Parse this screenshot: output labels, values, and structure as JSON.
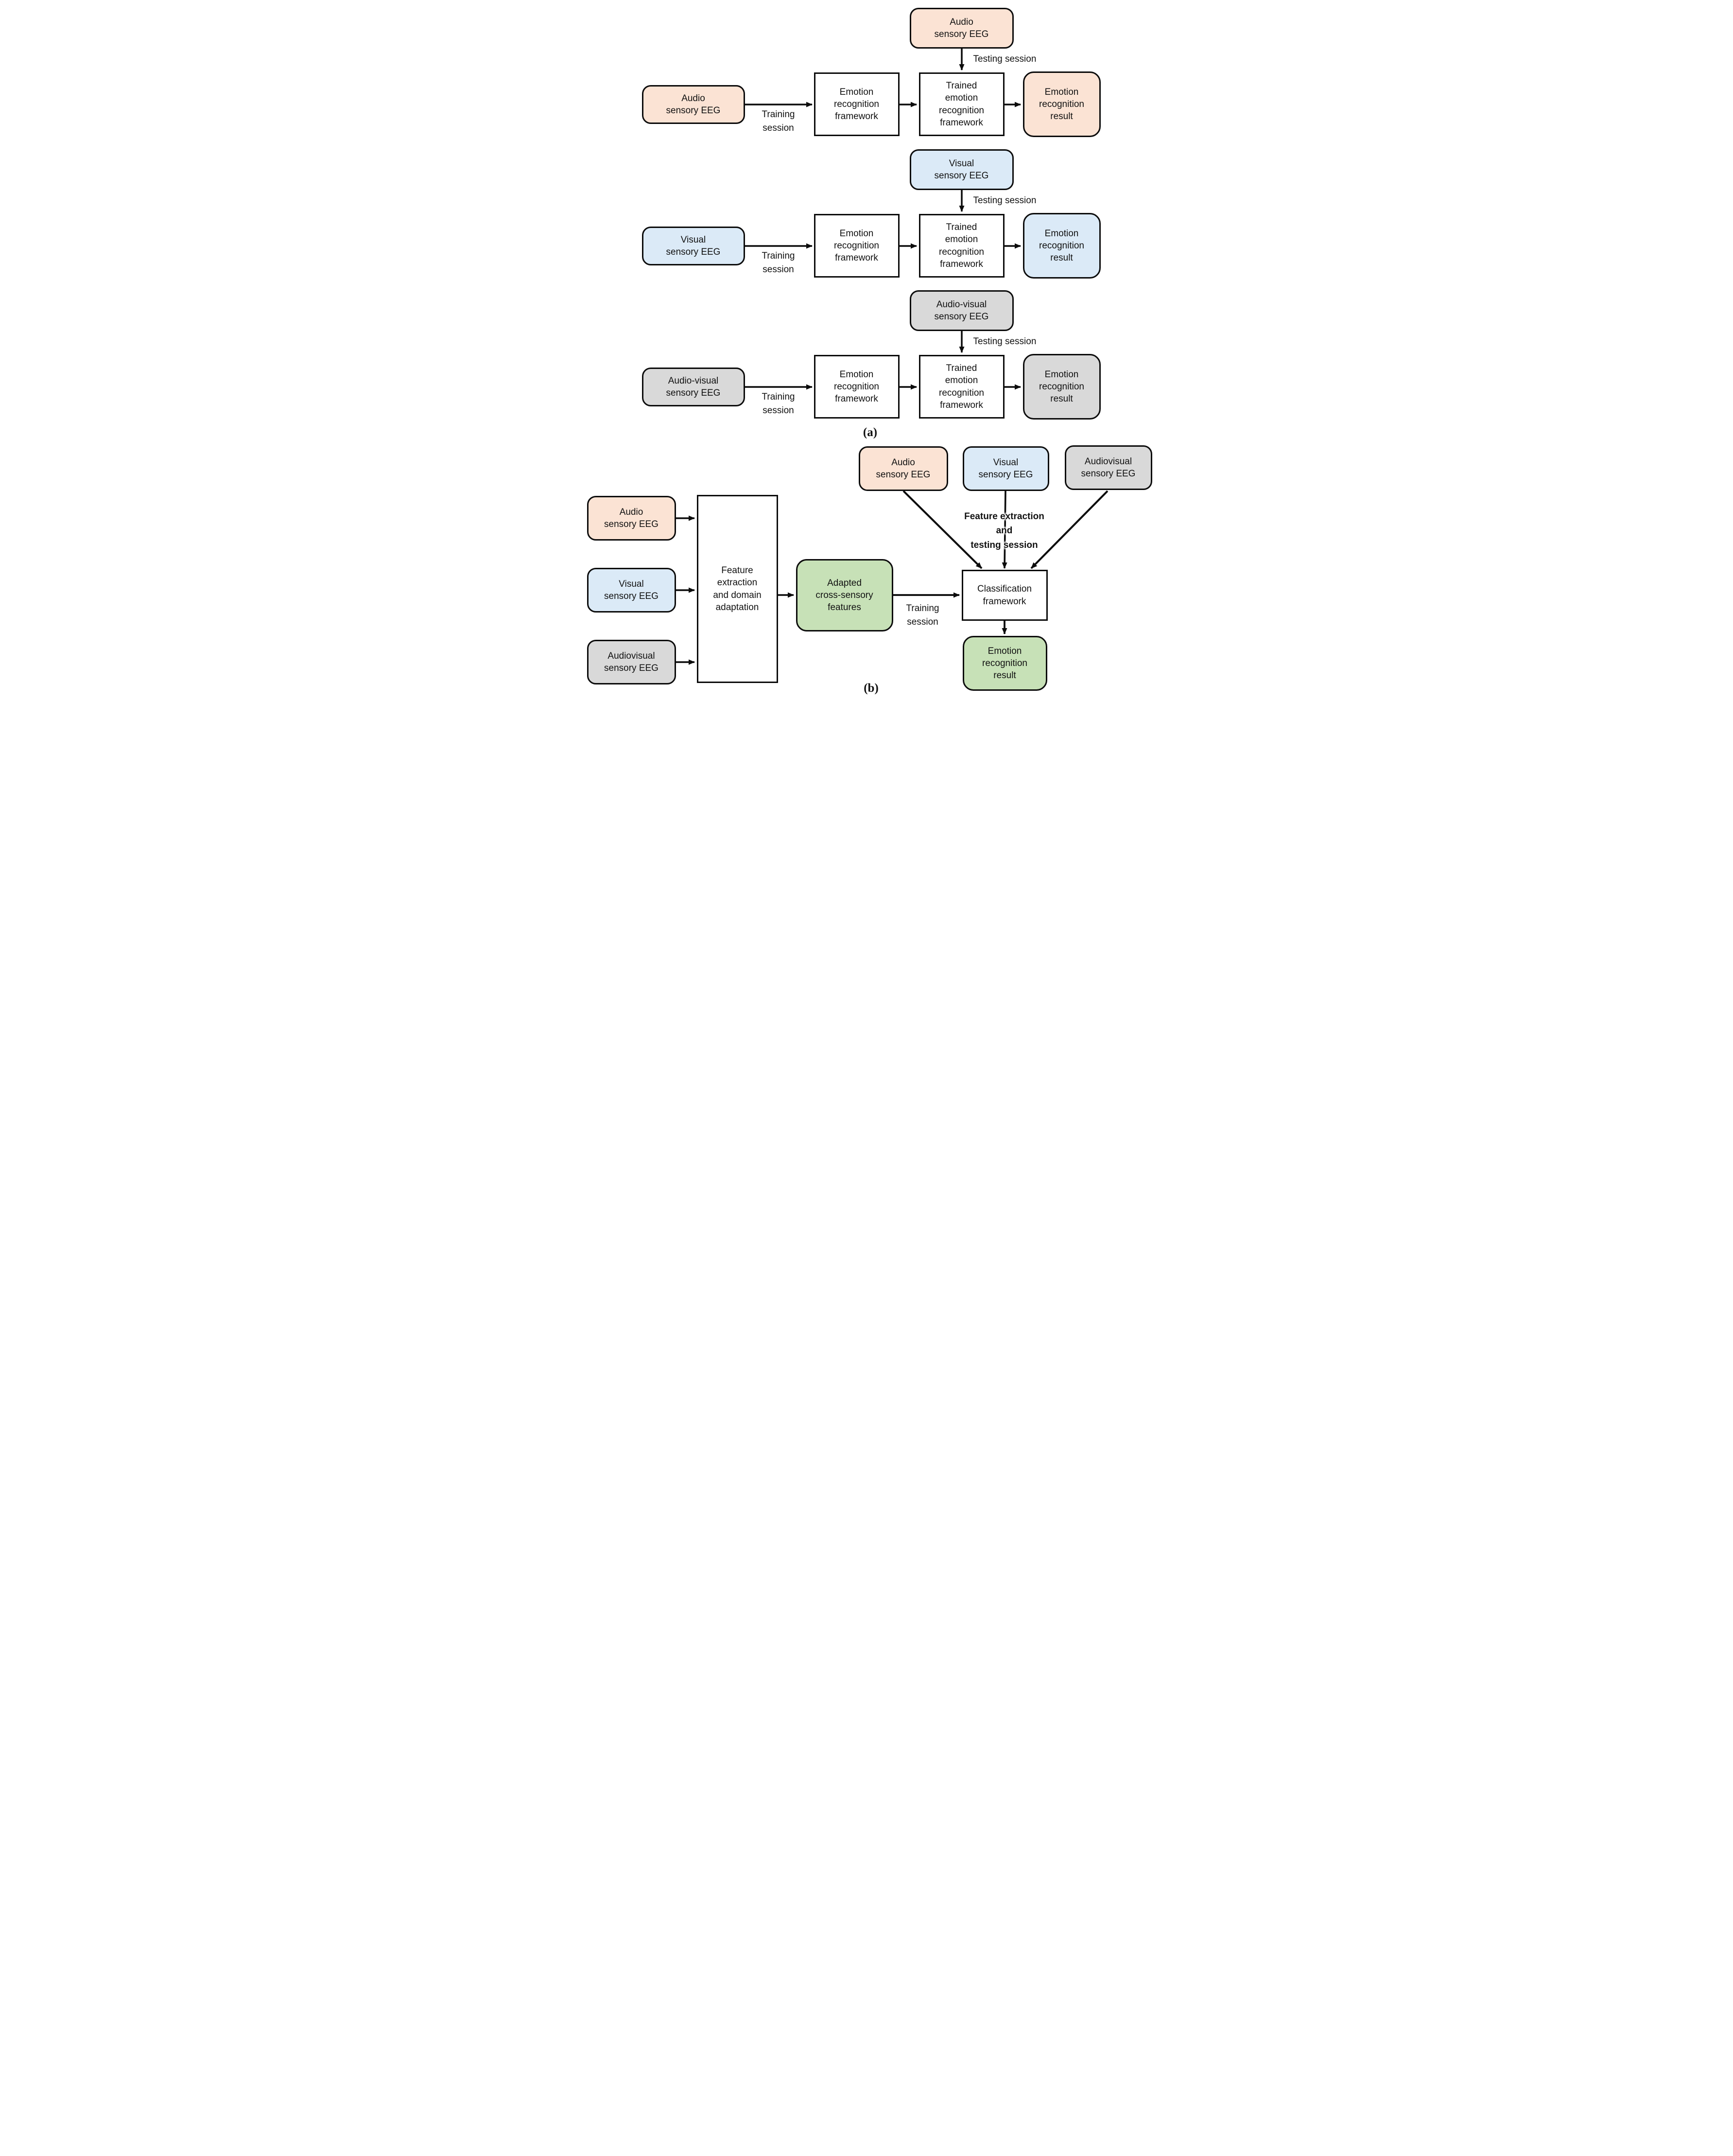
{
  "figure": {
    "colors": {
      "audio": "#fbe3d4",
      "visual": "#dbeaf7",
      "audiovisual": "#d9d9d9",
      "adapted": "#c7e1b7",
      "line": "#0c0c0c",
      "background": "#ffffff"
    },
    "part_a": {
      "caption": "(a)",
      "rows": [
        {
          "modality": "audio",
          "source": "Audio\nsensory EEG",
          "test_source": "Audio\nsensory EEG",
          "training_label": "Training\nsession",
          "testing_label": "Testing session",
          "framework": "Emotion\nrecognition\nframework",
          "trained_framework": "Trained\nemotion\nrecognition\nframework",
          "result": "Emotion\nrecognition\nresult"
        },
        {
          "modality": "visual",
          "source": "Visual\nsensory EEG",
          "test_source": "Visual\nsensory EEG",
          "training_label": "Training\nsession",
          "testing_label": "Testing session",
          "framework": "Emotion\nrecognition\nframework",
          "trained_framework": "Trained\nemotion\nrecognition\nframework",
          "result": "Emotion\nrecognition\nresult"
        },
        {
          "modality": "audiovisual",
          "source": "Audio-visual\nsensory EEG",
          "test_source": "Audio-visual\nsensory EEG",
          "training_label": "Training\nsession",
          "testing_label": "Testing session",
          "framework": "Emotion\nrecognition\nframework",
          "trained_framework": "Trained\nemotion\nrecognition\nframework",
          "result": "Emotion\nrecognition\nresult"
        }
      ]
    },
    "part_b": {
      "caption": "(b)",
      "test_sources": [
        {
          "modality": "audio",
          "label": "Audio\nsensory EEG"
        },
        {
          "modality": "visual",
          "label": "Visual\nsensory EEG"
        },
        {
          "modality": "audiovisual",
          "label": "Audiovisual\nsensory EEG"
        }
      ],
      "train_sources": [
        {
          "modality": "audio",
          "label": "Audio\nsensory EEG"
        },
        {
          "modality": "visual",
          "label": "Visual\nsensory EEG"
        },
        {
          "modality": "audiovisual",
          "label": "Audiovisual\nsensory EEG"
        }
      ],
      "feature_box": "Feature\nextraction\nand domain\nadaptation",
      "adapted_box": "Adapted\ncross-sensory\nfeatures",
      "training_label": "Training\nsession",
      "feature_testing_label": "Feature extraction\nand\ntesting session",
      "classification_box": "Classification\nframework",
      "result_box": "Emotion\nrecognition\nresult"
    }
  }
}
